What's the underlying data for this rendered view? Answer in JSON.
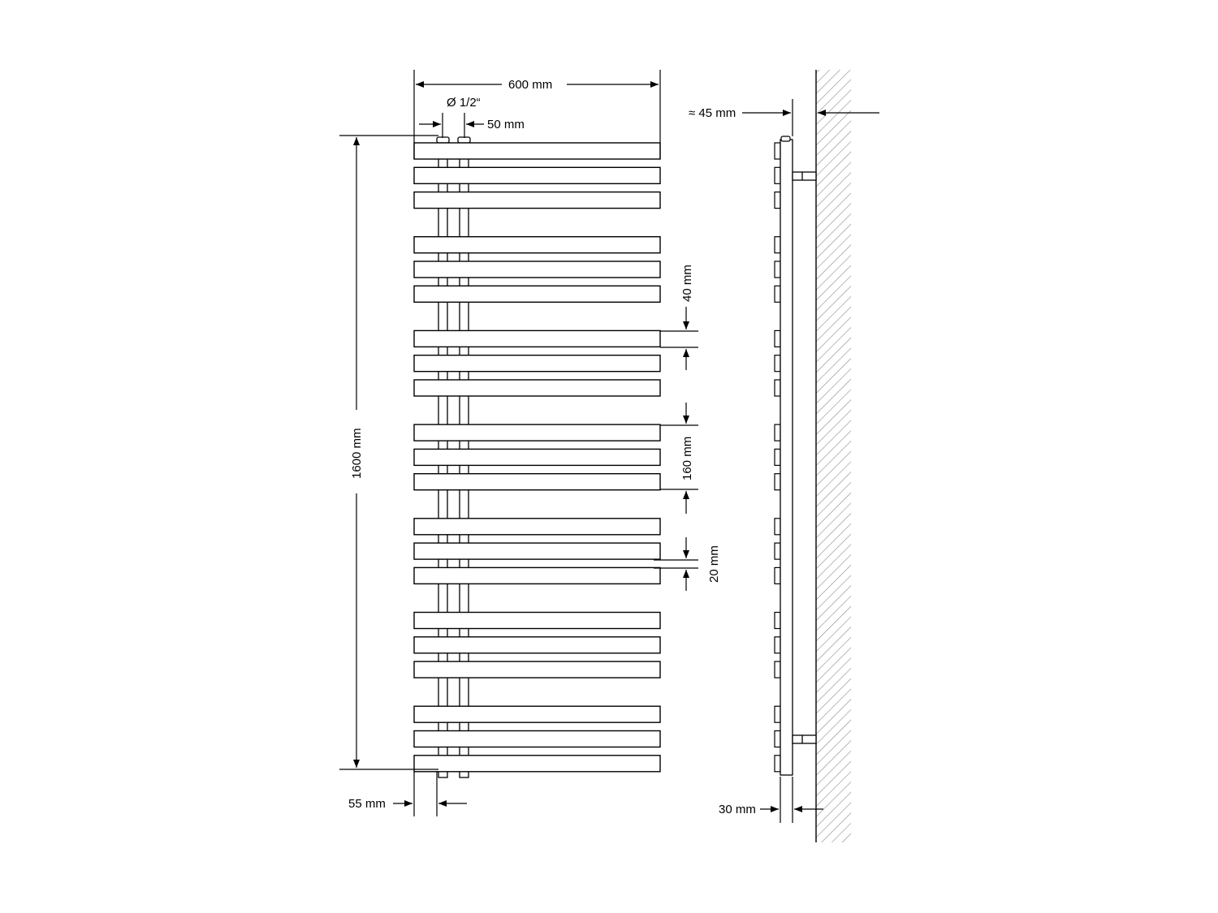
{
  "dimensions": {
    "width": "600 mm",
    "pipe_diameter": "Ø 1/2“",
    "pipe_spacing": "50 mm",
    "height": "1600 mm",
    "bar_height": "40 mm",
    "group_height": "160 mm",
    "bar_gap": "20 mm",
    "inlet_offset": "55 mm",
    "wall_distance": "≈ 45 mm",
    "depth": "30 mm"
  },
  "colors": {
    "line": "#000000",
    "background": "#ffffff",
    "wall_hatch": "#8a8a8a"
  }
}
